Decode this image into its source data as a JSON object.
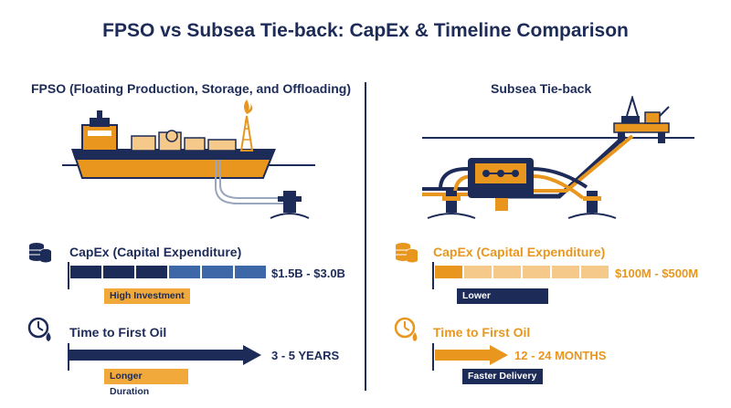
{
  "title": "FPSO vs Subsea Tie-back: CapEx & Timeline Comparison",
  "left": {
    "heading": "FPSO (Floating Production, Storage, and Offloading)",
    "capex_label": "CapEx (Capital Expenditure)",
    "capex_value": "$1.5B - $3.0B",
    "capex_tag": "High Investment",
    "capex_fill": 1.0,
    "time_label": "Time to First Oil",
    "time_value": "3 - 5 YEARS",
    "time_tag": "Longer Duration"
  },
  "right": {
    "heading": "Subsea Tie-back",
    "capex_label": "CapEx (Capital Expenditure)",
    "capex_value": "$100M - $500M",
    "capex_tag": "Lower Investment",
    "capex_fill": 0.17,
    "time_label": "Time to First Oil",
    "time_value": "12 - 24 MONTHS",
    "time_tag": "Faster Delivery"
  },
  "colors": {
    "navy": "#1c2b57",
    "orange": "#e8961e",
    "light_orange": "#f5c98a",
    "mid_blue": "#3e67a8"
  },
  "icons": {
    "coins": "coins-icon",
    "clock": "clock-drop-icon"
  }
}
